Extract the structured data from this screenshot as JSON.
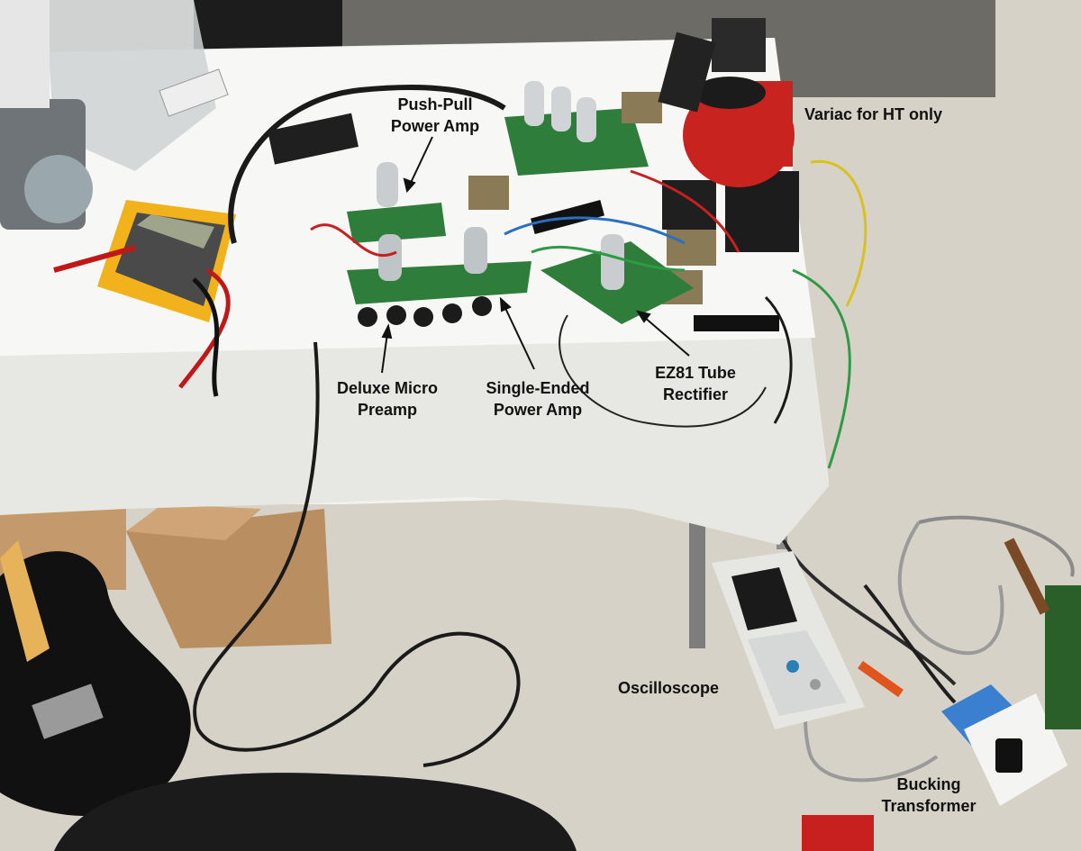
{
  "labels": {
    "push_pull": [
      "Push-Pull",
      "Power Amp"
    ],
    "variac": "Variac for HT only",
    "deluxe": [
      "Deluxe Micro",
      "Preamp"
    ],
    "single_ended": [
      "Single-Ended",
      "Power Amp"
    ],
    "ez81": [
      "EZ81 Tube",
      "Rectifier"
    ],
    "oscilloscope": "Oscilloscope",
    "bucking": [
      "Bucking",
      "Transformer"
    ]
  },
  "colors": {
    "tablecloth": "#f2f2f0",
    "floor": "#d6d2c8",
    "pcb": "#2f7d3a",
    "variac": "#c8231e",
    "multimeter": "#f2b21c",
    "guitar": "#111111",
    "rug": "#6d6b66"
  }
}
